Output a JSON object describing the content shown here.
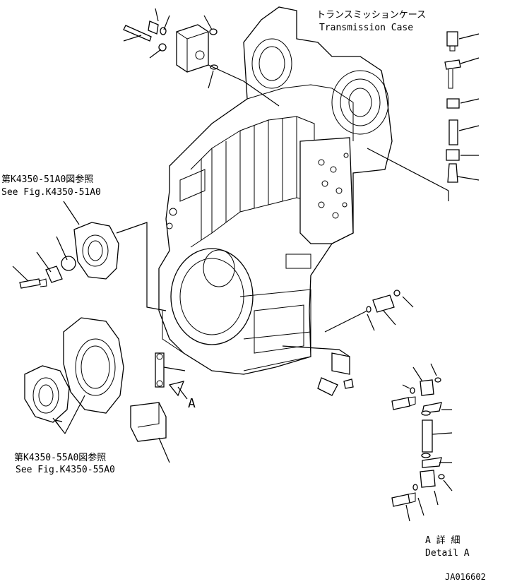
{
  "labels": {
    "case_jp": "トランスミッションケース",
    "case_en": "Transmission Case",
    "ref1_jp": "第K4350-51A0図参照",
    "ref1_en": "See Fig.K4350-51A0",
    "ref2_jp": "第K4350-55A0図参照",
    "ref2_en": "See Fig.K4350-55A0",
    "arrow_letter": "A",
    "detail_jp": "A 詳 細",
    "detail_en": "Detail A",
    "drawing_no": "JA016602"
  }
}
